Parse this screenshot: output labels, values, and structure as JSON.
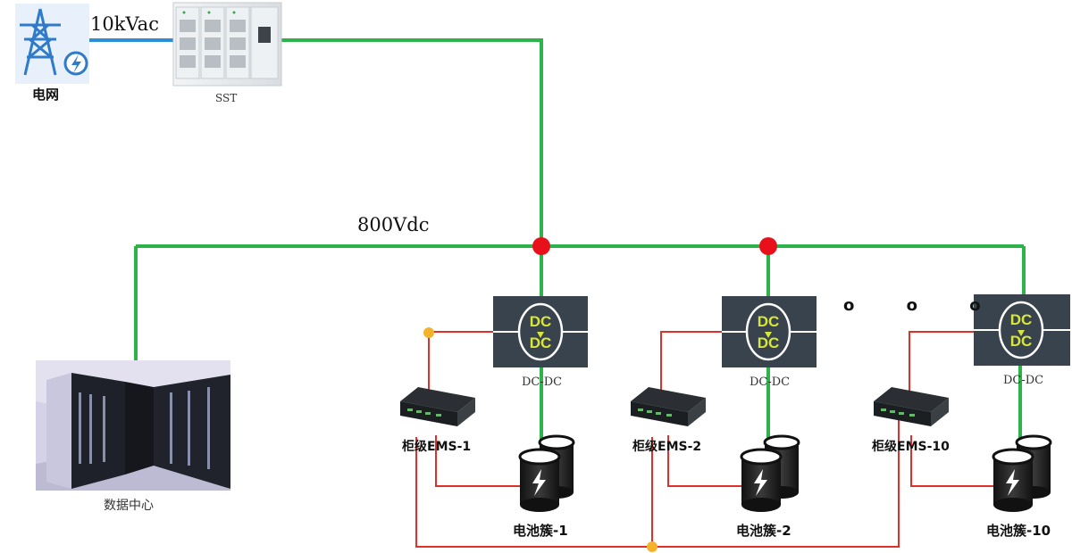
{
  "grid": {
    "label": "电网"
  },
  "ac_link": {
    "label": "10kVac"
  },
  "sst": {
    "label": "SST"
  },
  "dc_bus": {
    "label": "800Vdc"
  },
  "data_center": {
    "label": "数据中心"
  },
  "converters": [
    {
      "symbol_top": "DC",
      "symbol_bottom": "DC",
      "label": "DC-DC"
    },
    {
      "symbol_top": "DC",
      "symbol_bottom": "DC",
      "label": "DC-DC"
    },
    {
      "symbol_top": "DC",
      "symbol_bottom": "DC",
      "label": "DC-DC"
    }
  ],
  "ems": [
    {
      "label": "柜级EMS-1"
    },
    {
      "label": "柜级EMS-2"
    },
    {
      "label": "柜级EMS-10"
    }
  ],
  "batteries": [
    {
      "label": "电池簇-1"
    },
    {
      "label": "电池簇-2"
    },
    {
      "label": "电池簇-10"
    }
  ],
  "ellipsis": "o o o",
  "colors": {
    "dc_line": "#2db34a",
    "ac_line": "#2a8fd6",
    "comm_line": "#e0302a",
    "node": "#e8111b",
    "comm_node": "#f4b32a",
    "converter_bg": "#39434d",
    "converter_symbol": "#d7e63a"
  }
}
